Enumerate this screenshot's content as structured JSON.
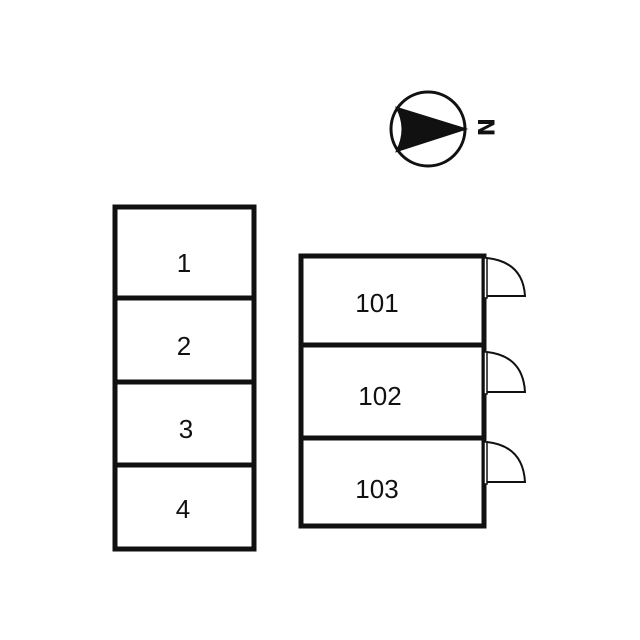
{
  "compass": {
    "north_label": "N",
    "icon": "north-arrow-icon"
  },
  "parking": {
    "slots": [
      {
        "label": "1"
      },
      {
        "label": "2"
      },
      {
        "label": "3"
      },
      {
        "label": "4"
      }
    ]
  },
  "building": {
    "units": [
      {
        "label": "101"
      },
      {
        "label": "102"
      },
      {
        "label": "103"
      }
    ]
  },
  "colors": {
    "line": "#111111",
    "background": "#ffffff"
  }
}
